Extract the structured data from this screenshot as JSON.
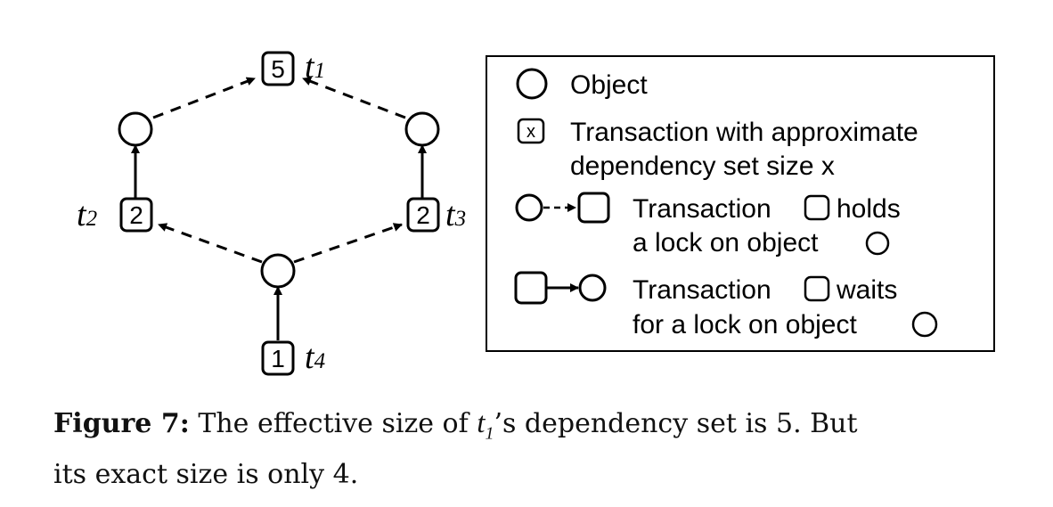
{
  "graph": {
    "t1": {
      "name": "t",
      "sub": "1",
      "size": "5"
    },
    "t2": {
      "name": "t",
      "sub": "2",
      "size": "2"
    },
    "t3": {
      "name": "t",
      "sub": "3",
      "size": "2"
    },
    "t4": {
      "name": "t",
      "sub": "4",
      "size": "1"
    }
  },
  "legend": {
    "object_label": "Object",
    "tx_glyph": "x",
    "tx_line1": "Transaction with approximate",
    "tx_line2": "dependency set size x",
    "holds_line1a": "Transaction",
    "holds_line1b": "holds",
    "holds_line2": "a lock on object",
    "waits_line1a": "Transaction",
    "waits_line1b": "waits",
    "waits_line2": "for a lock on object"
  },
  "caption": {
    "label": "Figure 7:",
    "text_a": "The effective size of",
    "var": "t",
    "var_sub": "1",
    "text_b": "’s dependency set is 5. But",
    "text_c": "its exact size is only 4."
  }
}
